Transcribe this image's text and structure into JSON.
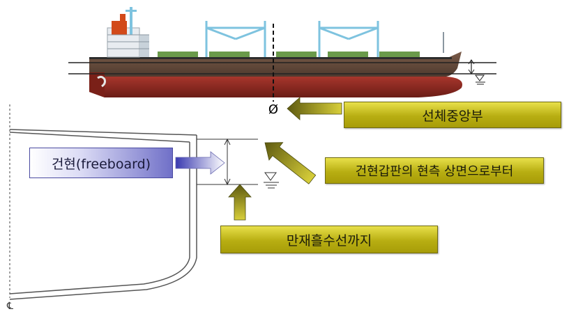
{
  "labels": {
    "midship": "선체중앙부",
    "freeboard": "건현(freeboard)",
    "deck_edge": "건현갑판의 현측 상면으로부터",
    "loadline": "만재흘수선까지",
    "midship_symbol": "Ø",
    "centerline_symbol": "℄"
  },
  "colors": {
    "hull_red": "#8a2a22",
    "hull_brown": "#6a4a38",
    "gold": "#c9bf22",
    "blue": "#6f6fc5",
    "crane": "#7ec3df"
  }
}
